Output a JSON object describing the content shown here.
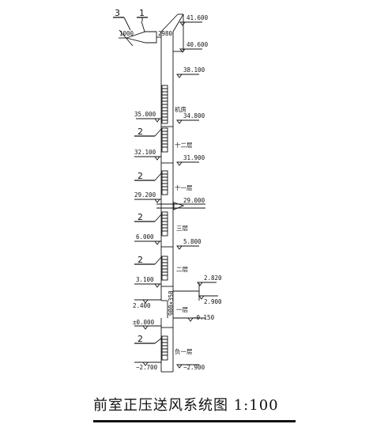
{
  "drawing": {
    "title": "前室正压送风系统图 1:100",
    "top_callouts": [
      {
        "id": "callout-3",
        "text": "3"
      },
      {
        "id": "callout-1",
        "text": "1"
      }
    ],
    "top_labels": {
      "inlet_width": "1000",
      "duct_size": "2980"
    },
    "right_levels": [
      {
        "value": "41.600"
      },
      {
        "value": "40.600"
      },
      {
        "value": "38.100"
      },
      {
        "value": "34.800"
      },
      {
        "value": "31.900"
      },
      {
        "value": "29.000"
      },
      {
        "value": "5.800"
      },
      {
        "value": "2.820"
      },
      {
        "value": "2.900"
      },
      {
        "value": "−0.150"
      },
      {
        "value": "−2.900"
      }
    ],
    "left_levels": [
      {
        "value": "35.000"
      },
      {
        "value": "32.100"
      },
      {
        "value": "29.200"
      },
      {
        "value": "6.000"
      },
      {
        "value": "3.100"
      },
      {
        "value": "2.400"
      },
      {
        "value": "±0.000"
      },
      {
        "value": "−2.700"
      }
    ],
    "floor_labels": [
      {
        "text": "机房"
      },
      {
        "text": "十二层"
      },
      {
        "text": "十一层"
      },
      {
        "text": "三层"
      },
      {
        "text": "二层"
      },
      {
        "text": "一层"
      },
      {
        "text": "负一层"
      }
    ],
    "outlet_tag": "2",
    "vertical_dim": "900×350"
  }
}
